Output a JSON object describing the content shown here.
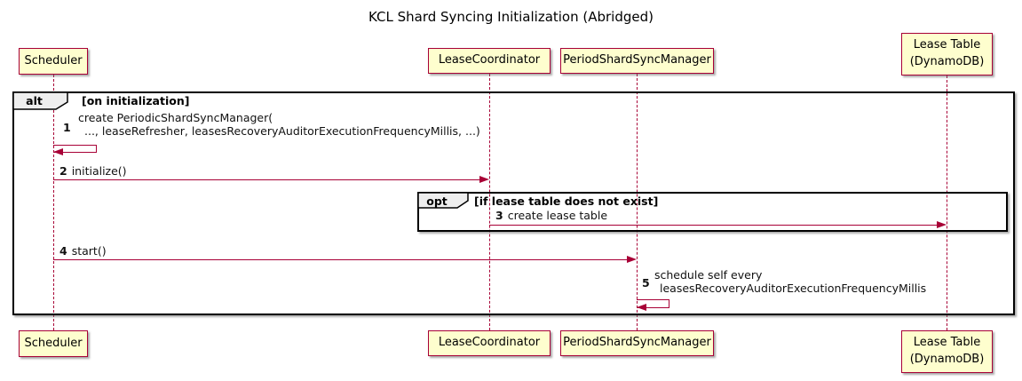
{
  "diagram": {
    "type": "plantuml-sequence",
    "title": "KCL Shard Syncing Initialization (Abridged)"
  },
  "colors": {
    "participant_fill": "#FEFECE",
    "participant_border": "#A80036",
    "lifeline": "#A80036",
    "arrow": "#A80036",
    "frame_border": "#000000",
    "frame_label_fill": "#EEEEEE",
    "background": "#FFFFFF",
    "text": "#111111"
  },
  "participants": [
    {
      "id": "scheduler",
      "label": "Scheduler"
    },
    {
      "id": "lease-coordinator",
      "label": "LeaseCoordinator"
    },
    {
      "id": "period-shard-sync-manager",
      "label": "PeriodShardSyncManager"
    },
    {
      "id": "lease-table",
      "label": "Lease Table",
      "label2": "(DynamoDB)"
    }
  ],
  "frames": {
    "alt": {
      "operator": "alt",
      "guard": "[on initialization]"
    },
    "opt": {
      "operator": "opt",
      "guard": "[if lease table does not exist]"
    }
  },
  "messages": [
    {
      "num": "1",
      "kind": "self",
      "from": "Scheduler",
      "to": "Scheduler",
      "line1": "create PeriodicShardSyncManager(",
      "line2": "..., leaseRefresher, leasesRecoveryAuditorExecutionFrequencyMillis, ...)"
    },
    {
      "num": "2",
      "kind": "call",
      "from": "Scheduler",
      "to": "LeaseCoordinator",
      "text": "initialize()"
    },
    {
      "num": "3",
      "kind": "call",
      "from": "LeaseCoordinator",
      "to": "Lease Table (DynamoDB)",
      "text": "create lease table"
    },
    {
      "num": "4",
      "kind": "call",
      "from": "Scheduler",
      "to": "PeriodShardSyncManager",
      "text": "start()"
    },
    {
      "num": "5",
      "kind": "self",
      "from": "PeriodShardSyncManager",
      "to": "PeriodShardSyncManager",
      "line1": "schedule self every",
      "line2": "leasesRecoveryAuditorExecutionFrequencyMillis"
    }
  ]
}
